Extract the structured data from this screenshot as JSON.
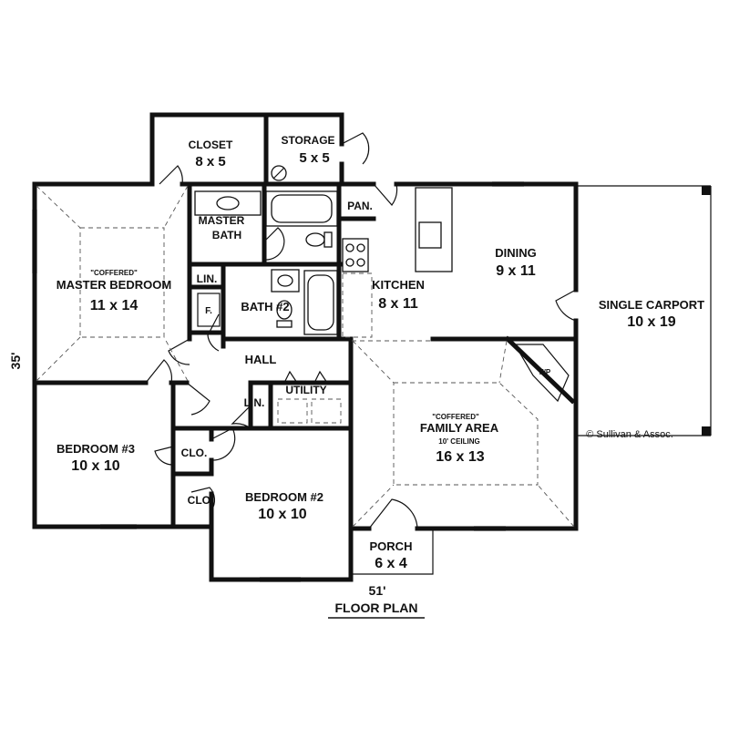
{
  "rooms": {
    "closet": {
      "name": "CLOSET",
      "size": "8 x 5"
    },
    "storage": {
      "name": "STORAGE",
      "size": "5 x 5"
    },
    "pantry": {
      "name": "PAN."
    },
    "master_bath": {
      "line1": "MASTER",
      "line2": "BATH"
    },
    "master_bedroom": {
      "note": "\"COFFERED\"",
      "name": "MASTER BEDROOM",
      "size": "11 x 14"
    },
    "lin_upper": {
      "name": "LIN."
    },
    "furnace": {
      "name": "F."
    },
    "bath2": {
      "name": "BATH #2"
    },
    "kitchen": {
      "name": "KITCHEN",
      "size": "8 x 11"
    },
    "dining": {
      "name": "DINING",
      "size": "9 x 11"
    },
    "carport": {
      "name": "SINGLE CARPORT",
      "size": "10 x 19"
    },
    "hall": {
      "name": "HALL"
    },
    "utility": {
      "name": "UTILITY"
    },
    "lin_lower": {
      "name": "LIN."
    },
    "fireplace": {
      "name": "F/P"
    },
    "family_area": {
      "note": "\"COFFERED\"",
      "name": "FAMILY AREA",
      "ceiling": "10' CEILING",
      "size": "16 x 13"
    },
    "bedroom3": {
      "name": "BEDROOM #3",
      "size": "10 x 10"
    },
    "clo_upper": {
      "name": "CLO."
    },
    "clo_lower": {
      "name": "CLO."
    },
    "bedroom2": {
      "name": "BEDROOM #2",
      "size": "10 x 10"
    },
    "porch": {
      "name": "PORCH",
      "size": "6 x 4"
    }
  },
  "dimensions": {
    "depth": "35'",
    "width": "51'"
  },
  "copyright": "© Sullivan & Assoc.",
  "plan_title": "FLOOR PLAN"
}
